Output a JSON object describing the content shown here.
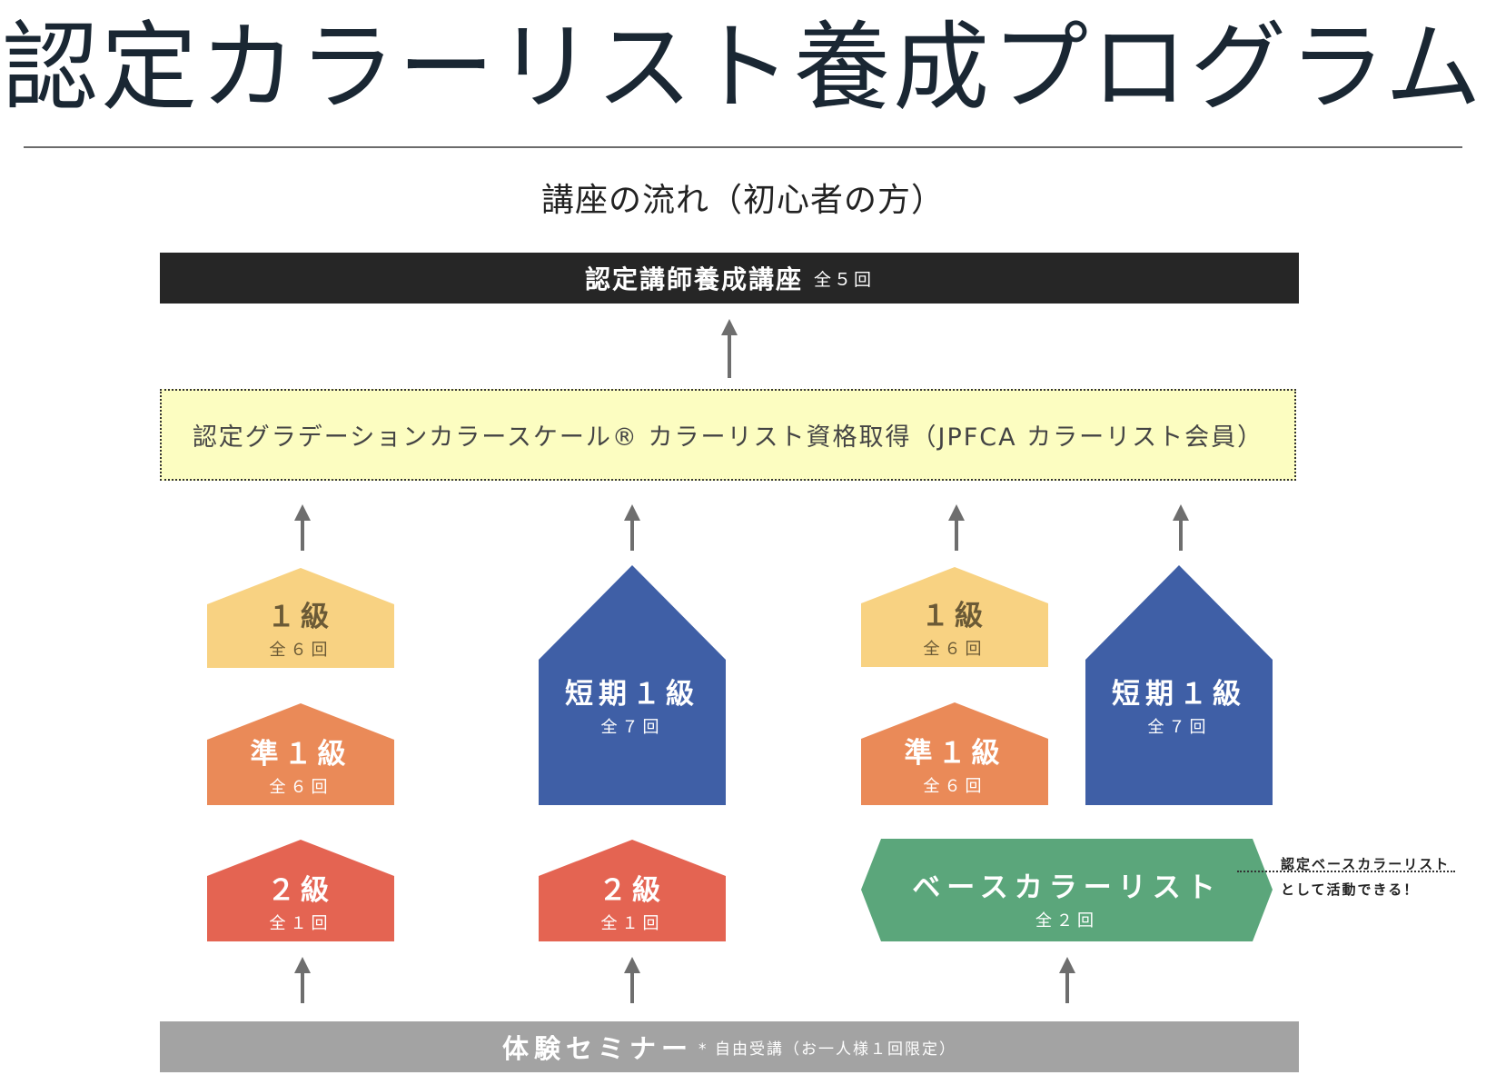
{
  "page": {
    "title": "認定カラーリスト養成プログラム",
    "flow_heading": "講座の流れ（初心者の方）"
  },
  "top_bar": {
    "label": "認定講師養成講座",
    "count": "全５回"
  },
  "certification": {
    "text": "認定グラデーションカラースケール® カラーリスト資格取得（JPFCA カラーリスト会員）"
  },
  "seminar": {
    "label": "体験セミナー",
    "note": "* 自由受講（お一人様１回限定）"
  },
  "columns": [
    {
      "level_1": {
        "name": "１級",
        "count": "全６回"
      },
      "semi_1": {
        "name": "準１級",
        "count": "全６回"
      },
      "level_2": {
        "name": "２級",
        "count": "全１回"
      }
    },
    {
      "short_1": {
        "name": "短期１級",
        "count": "全７回"
      },
      "level_2": {
        "name": "２級",
        "count": "全１回"
      }
    },
    {
      "level_1": {
        "name": "１級",
        "count": "全６回"
      },
      "semi_1": {
        "name": "準１級",
        "count": "全６回"
      }
    },
    {
      "short_1": {
        "name": "短期１級",
        "count": "全７回"
      }
    }
  ],
  "base_colorist": {
    "name": "ベースカラーリスト",
    "count": "全２回"
  },
  "side_note": {
    "line1": "認定ベースカラーリスト",
    "line2": "として活動できる！"
  },
  "colors": {
    "level_1": "#f8d282",
    "semi_1": "#ea8a58",
    "level_2": "#e46452",
    "short_1": "#3f5fa6",
    "base": "#5ba67b",
    "top_bar": "#262626",
    "cert_box": "#fcfdc1",
    "seminar_bar": "#a3a3a3"
  }
}
